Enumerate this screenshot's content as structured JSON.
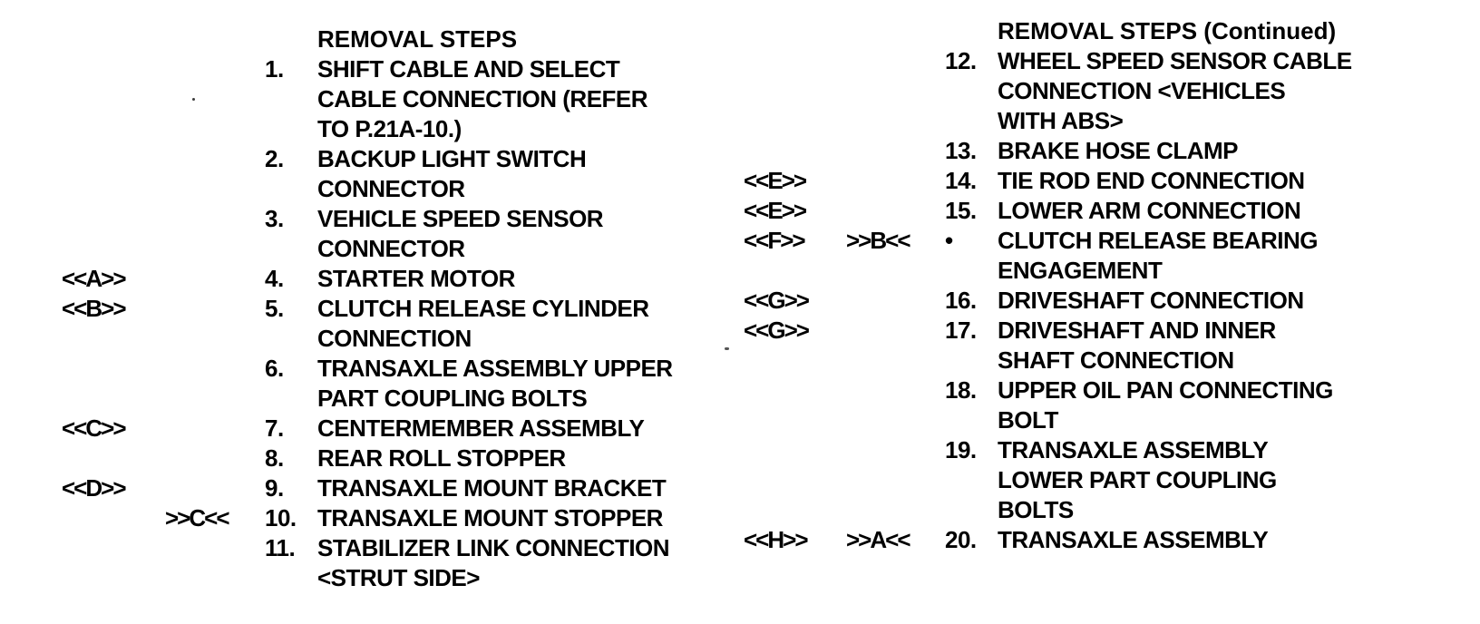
{
  "colors": {
    "background": "#ffffff",
    "text": "#000000"
  },
  "document": {
    "columns": [
      {
        "header": "REMOVAL STEPS",
        "lines": [
          {
            "flag": "",
            "back": "",
            "num": "1.",
            "text": "SHIFT CABLE AND SELECT"
          },
          {
            "flag": "",
            "back": "",
            "num": "",
            "text": "CABLE CONNECTION (REFER"
          },
          {
            "flag": "",
            "back": "",
            "num": "",
            "text": "TO P.21A-10.)"
          },
          {
            "flag": "",
            "back": "",
            "num": "2.",
            "text": "BACKUP LIGHT SWITCH"
          },
          {
            "flag": "",
            "back": "",
            "num": "",
            "text": "CONNECTOR"
          },
          {
            "flag": "",
            "back": "",
            "num": "3.",
            "text": "VEHICLE SPEED SENSOR"
          },
          {
            "flag": "",
            "back": "",
            "num": "",
            "text": "CONNECTOR"
          },
          {
            "flag": "<<A>>",
            "back": "",
            "num": "4.",
            "text": "STARTER MOTOR"
          },
          {
            "flag": "<<B>>",
            "back": "",
            "num": "5.",
            "text": "CLUTCH RELEASE CYLINDER"
          },
          {
            "flag": "",
            "back": "",
            "num": "",
            "text": "CONNECTION"
          },
          {
            "flag": "",
            "back": "",
            "num": "6.",
            "text": "TRANSAXLE ASSEMBLY UPPER"
          },
          {
            "flag": "",
            "back": "",
            "num": "",
            "text": "PART COUPLING BOLTS"
          },
          {
            "flag": "<<C>>",
            "back": "",
            "num": "7.",
            "text": "CENTERMEMBER ASSEMBLY"
          },
          {
            "flag": "",
            "back": "",
            "num": "8.",
            "text": "REAR ROLL STOPPER"
          },
          {
            "flag": "<<D>>",
            "back": "",
            "num": "9.",
            "text": "TRANSAXLE MOUNT BRACKET"
          },
          {
            "flag": "",
            "back": ">>C<<",
            "num": "10.",
            "text": "TRANSAXLE MOUNT STOPPER"
          },
          {
            "flag": "",
            "back": "",
            "num": "11.",
            "text": "STABILIZER LINK CONNECTION"
          },
          {
            "flag": "",
            "back": "",
            "num": "",
            "text": "<STRUT SIDE>"
          }
        ]
      },
      {
        "header": "REMOVAL STEPS (Continued)",
        "lines": [
          {
            "flag": "",
            "back": "",
            "num": "12.",
            "text": "WHEEL SPEED SENSOR CABLE"
          },
          {
            "flag": "",
            "back": "",
            "num": "",
            "text": "CONNECTION <VEHICLES"
          },
          {
            "flag": "",
            "back": "",
            "num": "",
            "text": "WITH ABS>"
          },
          {
            "flag": "",
            "back": "",
            "num": "13.",
            "text": "BRAKE HOSE CLAMP"
          },
          {
            "flag": "<<E>>",
            "back": "",
            "num": "14.",
            "text": "TIE ROD END CONNECTION"
          },
          {
            "flag": "<<E>>",
            "back": "",
            "num": "15.",
            "text": "LOWER ARM CONNECTION"
          },
          {
            "flag": "<<F>>",
            "back": ">>B<<",
            "num": "•",
            "text": "CLUTCH RELEASE BEARING"
          },
          {
            "flag": "",
            "back": "",
            "num": "",
            "text": "ENGAGEMENT"
          },
          {
            "flag": "<<G>>",
            "back": "",
            "num": "16.",
            "text": "DRIVESHAFT CONNECTION"
          },
          {
            "flag": "<<G>>",
            "back": "",
            "num": "17.",
            "text": "DRIVESHAFT AND INNER"
          },
          {
            "flag": "",
            "back": "",
            "num": "",
            "text": "SHAFT CONNECTION"
          },
          {
            "flag": "",
            "back": "",
            "num": "18.",
            "text": "UPPER OIL PAN CONNECTING"
          },
          {
            "flag": "",
            "back": "",
            "num": "",
            "text": "BOLT"
          },
          {
            "flag": "",
            "back": "",
            "num": "19.",
            "text": "TRANSAXLE ASSEMBLY"
          },
          {
            "flag": "",
            "back": "",
            "num": "",
            "text": "LOWER PART COUPLING"
          },
          {
            "flag": "",
            "back": "",
            "num": "",
            "text": "BOLTS"
          },
          {
            "flag": "<<H>>",
            "back": ">>A<<",
            "num": "20.",
            "text": "TRANSAXLE ASSEMBLY"
          }
        ]
      }
    ]
  }
}
